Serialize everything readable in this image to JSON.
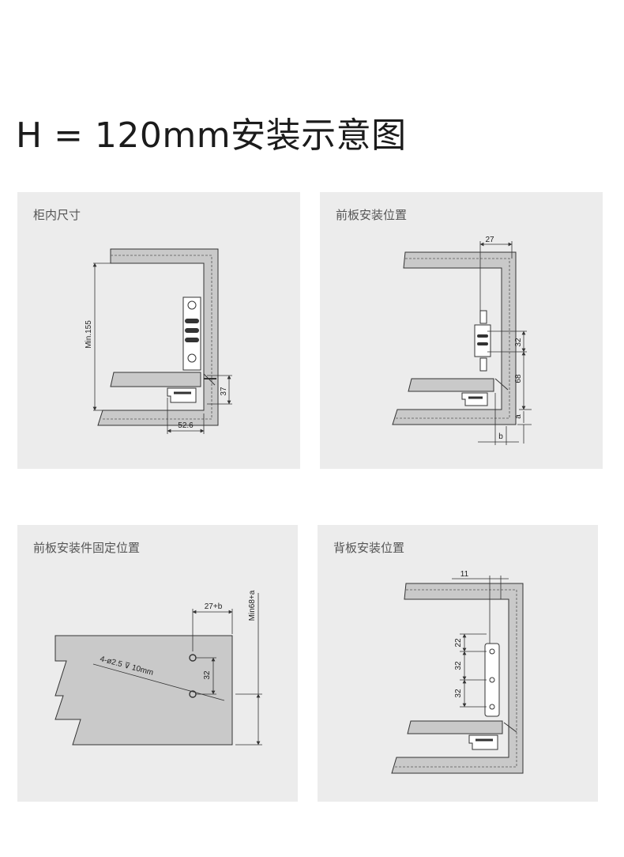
{
  "page": {
    "title": "H = 120mm安装示意图"
  },
  "panels": [
    {
      "label": "柜内尺寸",
      "dims": {
        "height": "Min.155",
        "rail": "37",
        "width": "52.6"
      }
    },
    {
      "label": "前板安装位置",
      "dims": {
        "top": "27",
        "hole": "32",
        "height": "68",
        "a": "a",
        "b": "b"
      }
    },
    {
      "label": "前板安装件固定位置",
      "dims": {
        "horiz": "27+b",
        "vert": "32",
        "minh": "Min68+a",
        "holes": "4-ø2.5",
        "depth": "10mm"
      }
    },
    {
      "label": "背板安装位置",
      "dims": {
        "top": "11",
        "h1": "22",
        "h2": "32",
        "h3": "32"
      }
    }
  ],
  "colors": {
    "panel_bg": "#ececec",
    "board_fill": "#c9c9c9",
    "line": "#333333"
  }
}
